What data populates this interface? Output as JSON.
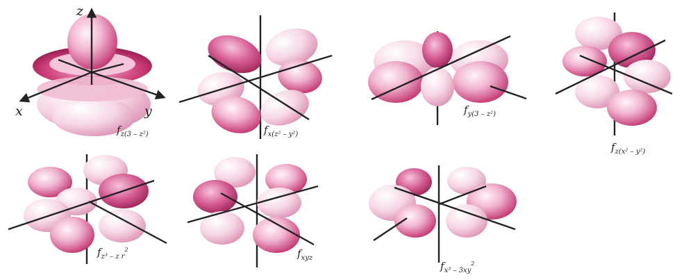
{
  "axes": {
    "z": "z",
    "x": "x",
    "y": "y"
  },
  "orbitals": [
    {
      "base": "f",
      "sub": "z(3 – z²)",
      "sup": ""
    },
    {
      "base": "f",
      "sub": "x(z² – y²)",
      "sup": ""
    },
    {
      "base": "f",
      "sub": "y(3 – z²)",
      "sup": ""
    },
    {
      "base": "f",
      "sub": "z(x² – y²)",
      "sup": ""
    },
    {
      "base": "f",
      "sub": "z³ – z r",
      "sup": "2"
    },
    {
      "base": "f",
      "sub": "xyz",
      "sup": ""
    },
    {
      "base": "f",
      "sub": "x³ – 3xy",
      "sup": "2"
    }
  ],
  "colors": {
    "lobe_dark": "#c2336f",
    "lobe_mid": "#e48fb6",
    "lobe_light": "#f6d6e5",
    "line": "#222222"
  }
}
